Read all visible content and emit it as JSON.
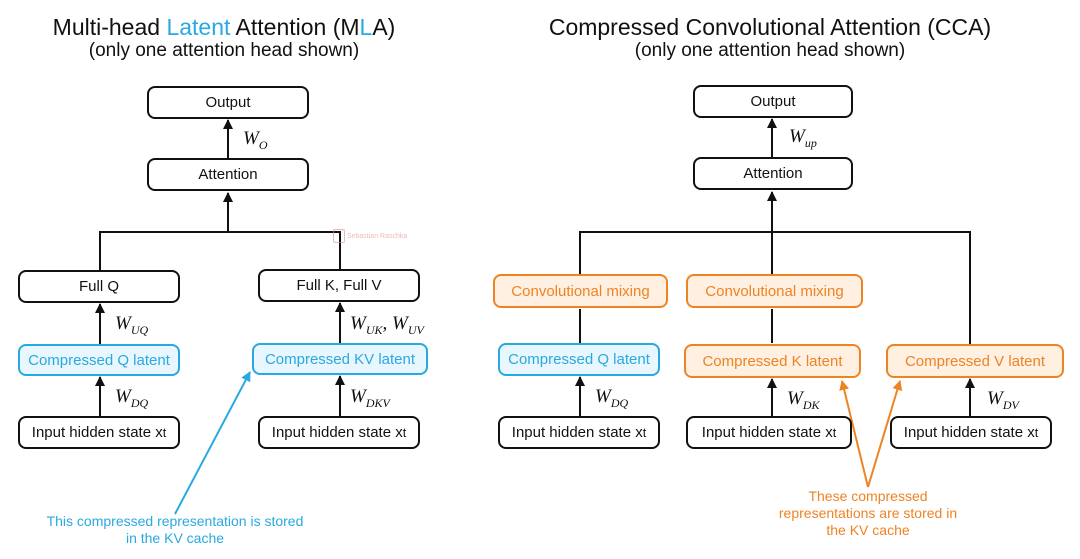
{
  "left": {
    "title_a": "Multi-head ",
    "title_b": "Latent",
    "title_c": " Attention (M",
    "title_d": "L",
    "title_e": "A)",
    "subtitle": "(only one attention head shown)",
    "output": "Output",
    "attention": "Attention",
    "full_q": "Full Q",
    "full_kv": "Full K, Full V",
    "compressed_q": "Compressed Q latent",
    "compressed_kv": "Compressed KV latent",
    "input_1": "Input hidden state x",
    "input_2": "Input hidden state x",
    "input_sub": "t",
    "w_o": "W",
    "w_o_sub": "O",
    "w_uq": "W",
    "w_uq_sub": "UQ",
    "w_uk": "W",
    "w_uk_sub": "UK",
    "w_uv": "W",
    "w_uv_sub": "UV",
    "w_dq": "W",
    "w_dq_sub": "DQ",
    "w_dkv": "W",
    "w_dkv_sub": "DKV",
    "note": "This compressed representation is stored in the KV cache"
  },
  "right": {
    "title": "Compressed Convolutional Attention (CCA)",
    "subtitle": "(only one attention head shown)",
    "output": "Output",
    "attention": "Attention",
    "conv_1": "Convolutional mixing",
    "conv_2": "Convolutional mixing",
    "compressed_q": "Compressed Q latent",
    "compressed_k": "Compressed K latent",
    "compressed_v": "Compressed V latent",
    "input_1": "Input hidden state x",
    "input_2": "Input hidden state x",
    "input_3": "Input hidden state x",
    "input_sub": "t",
    "w_up": "W",
    "w_up_sub": "up",
    "w_dq": "W",
    "w_dq_sub": "DQ",
    "w_dk": "W",
    "w_dk_sub": "DK",
    "w_dv": "W",
    "w_dv_sub": "DV",
    "note": "These compressed representations are stored in the KV cache"
  },
  "watermark": "Sebastian Raschka",
  "colors": {
    "blue": "#29a9e1",
    "orange": "#ee8324",
    "black": "#111111"
  }
}
